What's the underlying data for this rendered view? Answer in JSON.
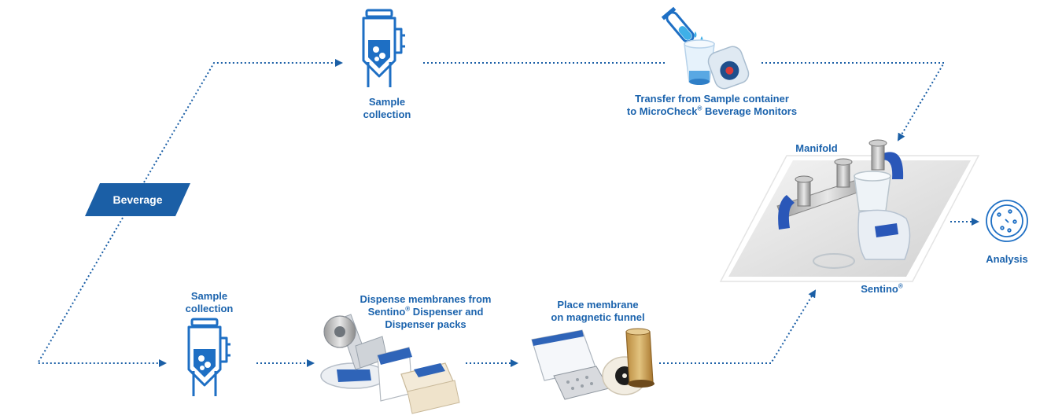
{
  "colors": {
    "brand_blue": "#1b63ad",
    "icon_blue": "#1e6fc4",
    "dotted_line": "#1b5fa6",
    "device_blue": "#2a57b8",
    "funnel_amber": "#c49a4a",
    "background": "#ffffff"
  },
  "icons": {
    "tank": "fermentation-tank-icon",
    "dish": "petri-dish-icon",
    "tube": "test-tube-icon"
  },
  "labels": {
    "beverage": "Beverage",
    "sample_collection_top": [
      "Sample",
      "collection"
    ],
    "transfer": [
      "Transfer from Sample container",
      "to MicroCheck",
      " Beverage Monitors"
    ],
    "manifold": "Manifold",
    "sentino": "Sentino",
    "analysis": "Analysis",
    "sample_collection_bottom": [
      "Sample",
      "collection"
    ],
    "dispense": [
      "Dispense membranes from",
      "Sentino",
      " Dispenser and",
      "Dispenser packs"
    ],
    "place": [
      "Place membrane",
      "on magnetic funnel"
    ],
    "registered": "®"
  }
}
